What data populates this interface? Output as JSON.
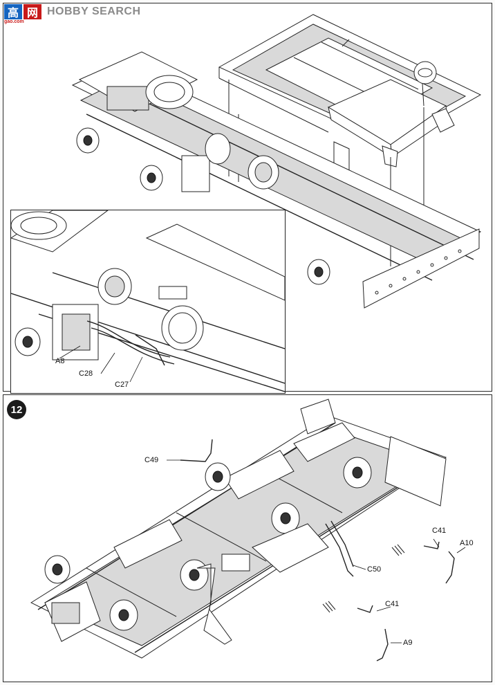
{
  "watermark": {
    "brand_text": "HOBBY SEARCH",
    "logo_char": "高",
    "logo_char2": "网",
    "site": "gao.com"
  },
  "step": {
    "number": "12"
  },
  "inset_callouts": [
    {
      "id": "a8",
      "text": "A8"
    },
    {
      "id": "c28",
      "text": "C28"
    },
    {
      "id": "c27",
      "text": "C27"
    }
  ],
  "step12_callouts": [
    {
      "id": "c49",
      "text": "C49"
    },
    {
      "id": "c50",
      "text": "C50"
    },
    {
      "id": "c41a",
      "text": "C41"
    },
    {
      "id": "a10",
      "text": "A10"
    },
    {
      "id": "c41b",
      "text": "C41"
    },
    {
      "id": "a9",
      "text": "A9"
    }
  ]
}
